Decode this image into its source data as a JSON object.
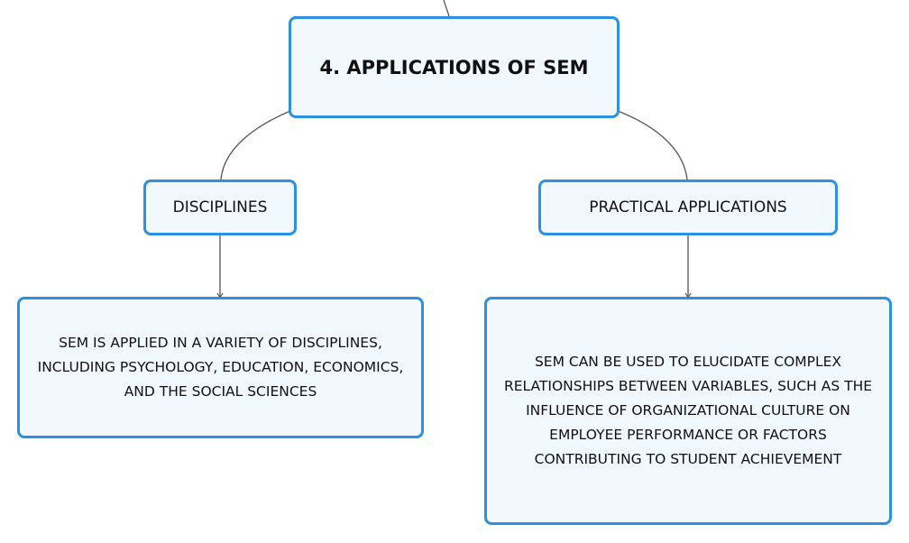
{
  "diagram": {
    "root": {
      "label": "4. APPLICATIONS OF SEM"
    },
    "branches": [
      {
        "label": "DISCIPLINES",
        "detail": "SEM IS APPLIED IN A VARIETY OF DISCIPLINES, INCLUDING PSYCHOLOGY, EDUCATION, ECONOMICS, AND THE SOCIAL SCIENCES"
      },
      {
        "label": "PRACTICAL APPLICATIONS",
        "detail": "SEM CAN BE USED TO ELUCIDATE COMPLEX RELATIONSHIPS BETWEEN VARIABLES, SUCH AS THE INFLUENCE OF ORGANIZATIONAL CULTURE ON EMPLOYEE PERFORMANCE OR FACTORS CONTRIBUTING TO STUDENT ACHIEVEMENT"
      }
    ],
    "colors": {
      "node_border": "#2e90e0",
      "node_fill": "#f1f8fe",
      "connector": "#555555",
      "text": "#111111"
    }
  }
}
